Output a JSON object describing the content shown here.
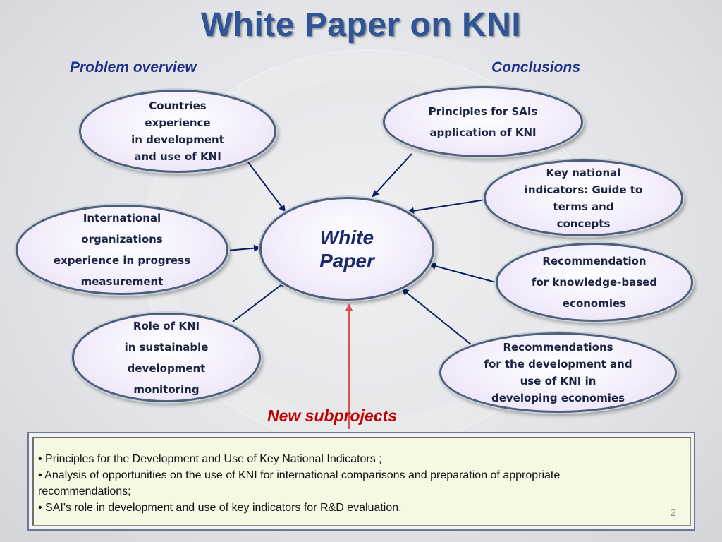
{
  "slide": {
    "title": "White Paper on KNI",
    "problem_heading": "Problem overview",
    "conclusions_heading": "Conclusions",
    "center_label": "White\nPaper",
    "left_nodes": [
      "Countries\nexperience\nin development\nand use of KNI",
      "International\norganizations\nexperience in progress\nmeasurement",
      "Role of KNI\nin sustainable\ndevelopment\nmonitoring"
    ],
    "right_nodes": [
      "Principles for SAIs\napplication of KNI",
      "Key national\nindicators: Guide to\nterms and\nconcepts",
      "Recommendation\nfor knowledge-based\neconomies",
      "Recommendations\nfor the development and\nuse of KNI in\ndeveloping economies"
    ],
    "new_subprojects_heading": "New subprojects",
    "subprojects": [
      "• Principles for the Development and Use of Key National Indicators ;",
      "• Analysis of opportunities on the use of KNI for international comparisons and preparation of appropriate",
      "recommendations;",
      "• SAI's role in development and use of key indicators for R&D evaluation."
    ],
    "page_number": "2"
  },
  "colors": {
    "title": "#2f5597",
    "heading": "#1f2f8a",
    "arrow": "#0b1f66",
    "red_arrow": "#d9534f",
    "new_subprojects": "#c00000"
  }
}
